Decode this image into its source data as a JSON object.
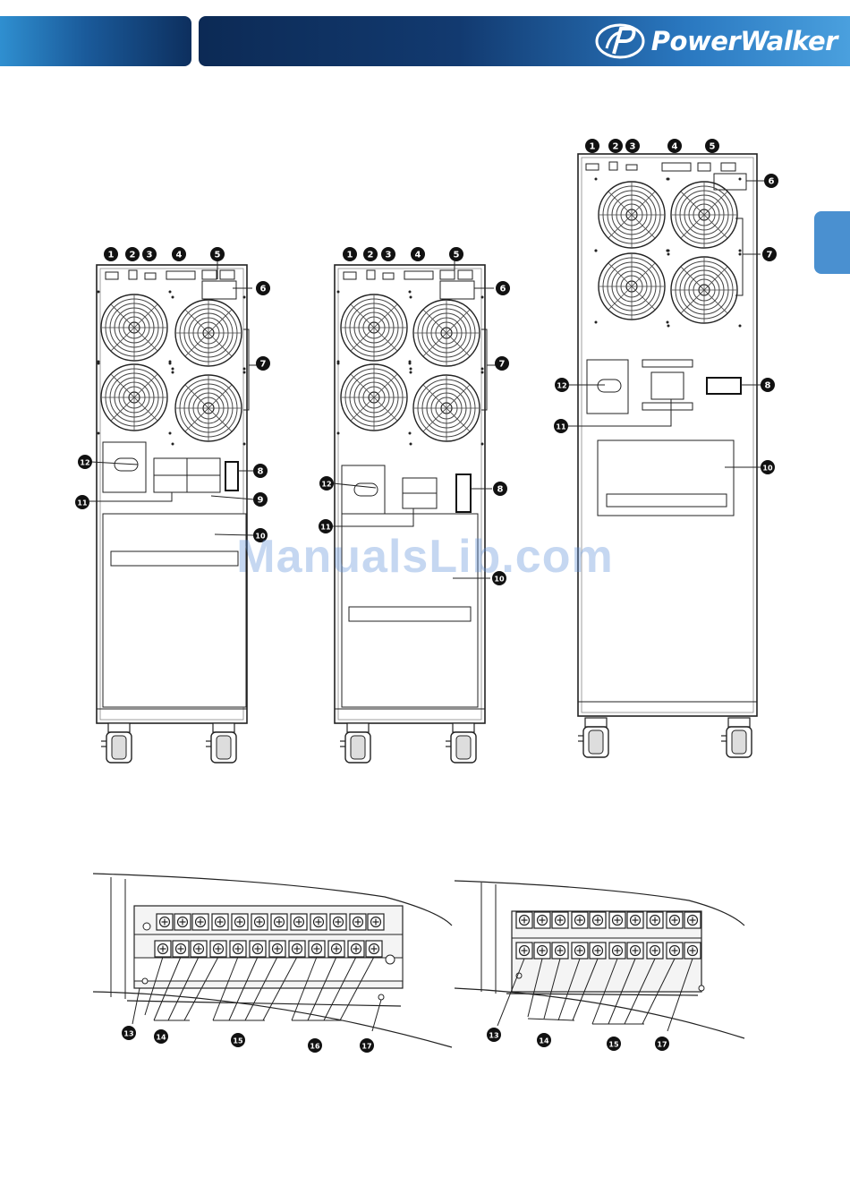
{
  "header": {
    "brand_name": "PowerWalker",
    "colors": {
      "accent_dark": "#0d2f5e",
      "accent_light": "#4aa0de",
      "side_tab": "#4a90d0"
    }
  },
  "figure": {
    "icons": [
      "ups-rear-panel-small",
      "ups-rear-panel-medium",
      "ups-rear-panel-large",
      "terminal-block-detail-a",
      "terminal-block-detail-b"
    ],
    "callouts": {
      "c1": "1",
      "c2": "2",
      "c3": "3",
      "c4": "4",
      "c5": "5",
      "c6": "6",
      "c7": "7",
      "c8": "8",
      "c9": "9",
      "c10": "10",
      "c11": "11",
      "c12": "12",
      "c13": "13",
      "c14": "14",
      "c15": "15",
      "c16": "16",
      "c17": "17"
    }
  },
  "watermark": "ManualsLib.com"
}
